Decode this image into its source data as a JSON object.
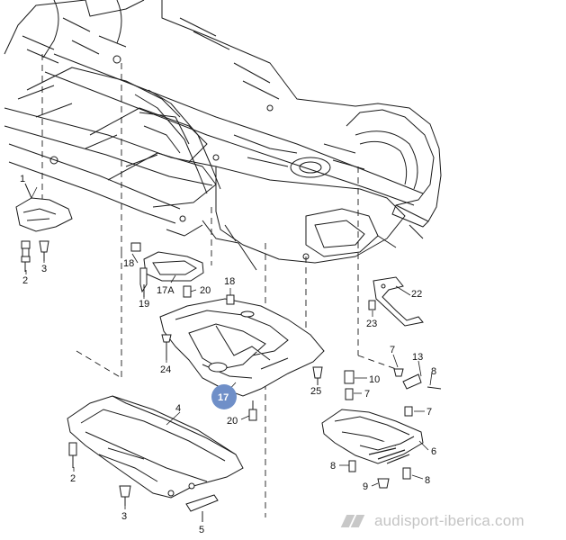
{
  "callouts": [
    {
      "id": "c1",
      "text": "1"
    },
    {
      "id": "c2a",
      "text": "2"
    },
    {
      "id": "c3a",
      "text": "3"
    },
    {
      "id": "c18a",
      "text": "18"
    },
    {
      "id": "c17A",
      "text": "17A"
    },
    {
      "id": "c19",
      "text": "19"
    },
    {
      "id": "c20a",
      "text": "20"
    },
    {
      "id": "c18b",
      "text": "18"
    },
    {
      "id": "c24",
      "text": "24"
    },
    {
      "id": "c17",
      "text": "17"
    },
    {
      "id": "c20b",
      "text": "20"
    },
    {
      "id": "c25",
      "text": "25"
    },
    {
      "id": "c22",
      "text": "22"
    },
    {
      "id": "c23",
      "text": "23"
    },
    {
      "id": "c7a",
      "text": "7"
    },
    {
      "id": "c13",
      "text": "13"
    },
    {
      "id": "c8a",
      "text": "8"
    },
    {
      "id": "c10",
      "text": "10"
    },
    {
      "id": "c7b",
      "text": "7"
    },
    {
      "id": "c7c",
      "text": "7"
    },
    {
      "id": "c6",
      "text": "6"
    },
    {
      "id": "c8b",
      "text": "8"
    },
    {
      "id": "c9",
      "text": "9"
    },
    {
      "id": "c8c",
      "text": "8"
    },
    {
      "id": "c4",
      "text": "4"
    },
    {
      "id": "c2b",
      "text": "2"
    },
    {
      "id": "c3b",
      "text": "3"
    },
    {
      "id": "c5",
      "text": "5"
    }
  ],
  "highlight_color": "#6f8fc8",
  "watermark": {
    "text": "audisport-iberica.com"
  }
}
